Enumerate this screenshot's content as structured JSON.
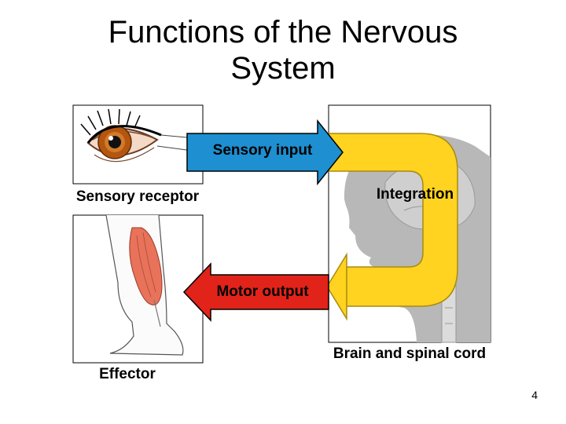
{
  "slide": {
    "title_line1": "Functions of the Nervous",
    "title_line2": "System",
    "page_number": "4"
  },
  "diagram": {
    "sensory_input_label": "Sensory input",
    "integration_label": "Integration",
    "motor_output_label": "Motor output",
    "sensory_receptor_label": "Sensory receptor",
    "effector_label": "Effector",
    "brain_label": "Brain and spinal cord"
  },
  "colors": {
    "sensory_arrow": "#1e8fd0",
    "motor_arrow": "#e2231a",
    "integration_arrow": "#ffd31f",
    "head_silhouette": "#b8b8b8",
    "iris": "#b4560f",
    "muscle": "#e8735a"
  },
  "icons": [
    "eye-icon",
    "leg-icon",
    "head-icon"
  ]
}
